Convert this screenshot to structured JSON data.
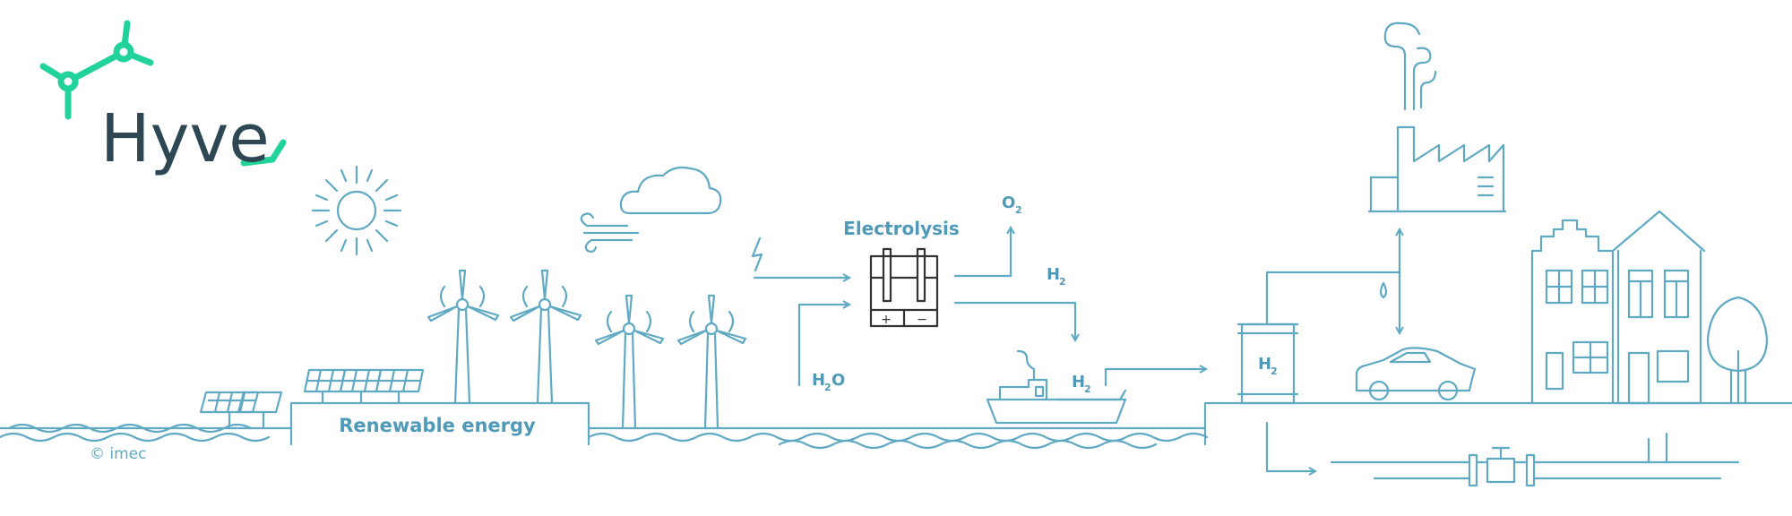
{
  "logo": {
    "text": "Hyve",
    "accent_color": "#21d39a",
    "text_color": "#2d4852"
  },
  "copyright": "© imec",
  "labels": {
    "renewable": "Renewable energy",
    "electrolysis": "Electrolysis",
    "o2_main": "O",
    "o2_sub": "2",
    "h2_main": "H",
    "h2_sub": "2",
    "h2o_main": "H",
    "h2o_sub": "2",
    "h2o_tail": "O",
    "plus": "+",
    "minus": "−"
  },
  "colors": {
    "line": "#5fa9c3",
    "label": "#4f9ab8",
    "electrolyser": "#333333"
  }
}
